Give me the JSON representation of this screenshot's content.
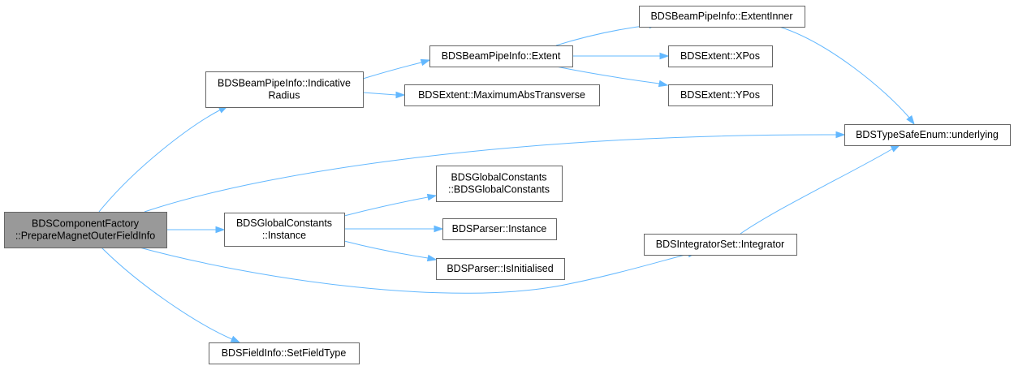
{
  "colors": {
    "edge": "#63b8ff",
    "node_border": "#666666",
    "root_fill": "#999999",
    "node_fill": "#ffffff"
  },
  "nodes": [
    {
      "id": "root",
      "lines": [
        "BDSComponentFactory",
        "::PrepareMagnetOuterFieldInfo"
      ],
      "highlighted": true
    },
    {
      "id": "indicative-radius",
      "lines": [
        "BDSBeamPipeInfo::Indicative",
        "Radius"
      ]
    },
    {
      "id": "extent",
      "lines": [
        "BDSBeamPipeInfo::Extent"
      ]
    },
    {
      "id": "extent-inner",
      "lines": [
        "BDSBeamPipeInfo::ExtentInner"
      ]
    },
    {
      "id": "xpos",
      "lines": [
        "BDSExtent::XPos"
      ]
    },
    {
      "id": "ypos",
      "lines": [
        "BDSExtent::YPos"
      ]
    },
    {
      "id": "max-abs-transverse",
      "lines": [
        "BDSExtent::MaximumAbsTransverse"
      ]
    },
    {
      "id": "underlying",
      "lines": [
        "BDSTypeSafeEnum::underlying"
      ]
    },
    {
      "id": "global-constants-ctor",
      "lines": [
        "BDSGlobalConstants",
        "::BDSGlobalConstants"
      ]
    },
    {
      "id": "global-constants-instance",
      "lines": [
        "BDSGlobalConstants",
        "::Instance"
      ]
    },
    {
      "id": "parser-instance",
      "lines": [
        "BDSParser::Instance"
      ]
    },
    {
      "id": "parser-isinitialised",
      "lines": [
        "BDSParser::IsInitialised"
      ]
    },
    {
      "id": "integrator",
      "lines": [
        "BDSIntegratorSet::Integrator"
      ]
    },
    {
      "id": "set-field-type",
      "lines": [
        "BDSFieldInfo::SetFieldType"
      ]
    }
  ],
  "edges": [
    {
      "from": "root",
      "to": "indicative-radius"
    },
    {
      "from": "root",
      "to": "underlying"
    },
    {
      "from": "root",
      "to": "global-constants-instance"
    },
    {
      "from": "root",
      "to": "integrator"
    },
    {
      "from": "root",
      "to": "set-field-type"
    },
    {
      "from": "indicative-radius",
      "to": "extent"
    },
    {
      "from": "indicative-radius",
      "to": "max-abs-transverse"
    },
    {
      "from": "extent",
      "to": "extent-inner"
    },
    {
      "from": "extent",
      "to": "xpos"
    },
    {
      "from": "extent",
      "to": "ypos"
    },
    {
      "from": "extent-inner",
      "to": "underlying"
    },
    {
      "from": "global-constants-instance",
      "to": "global-constants-ctor"
    },
    {
      "from": "global-constants-instance",
      "to": "parser-instance"
    },
    {
      "from": "global-constants-instance",
      "to": "parser-isinitialised"
    },
    {
      "from": "integrator",
      "to": "underlying"
    }
  ]
}
